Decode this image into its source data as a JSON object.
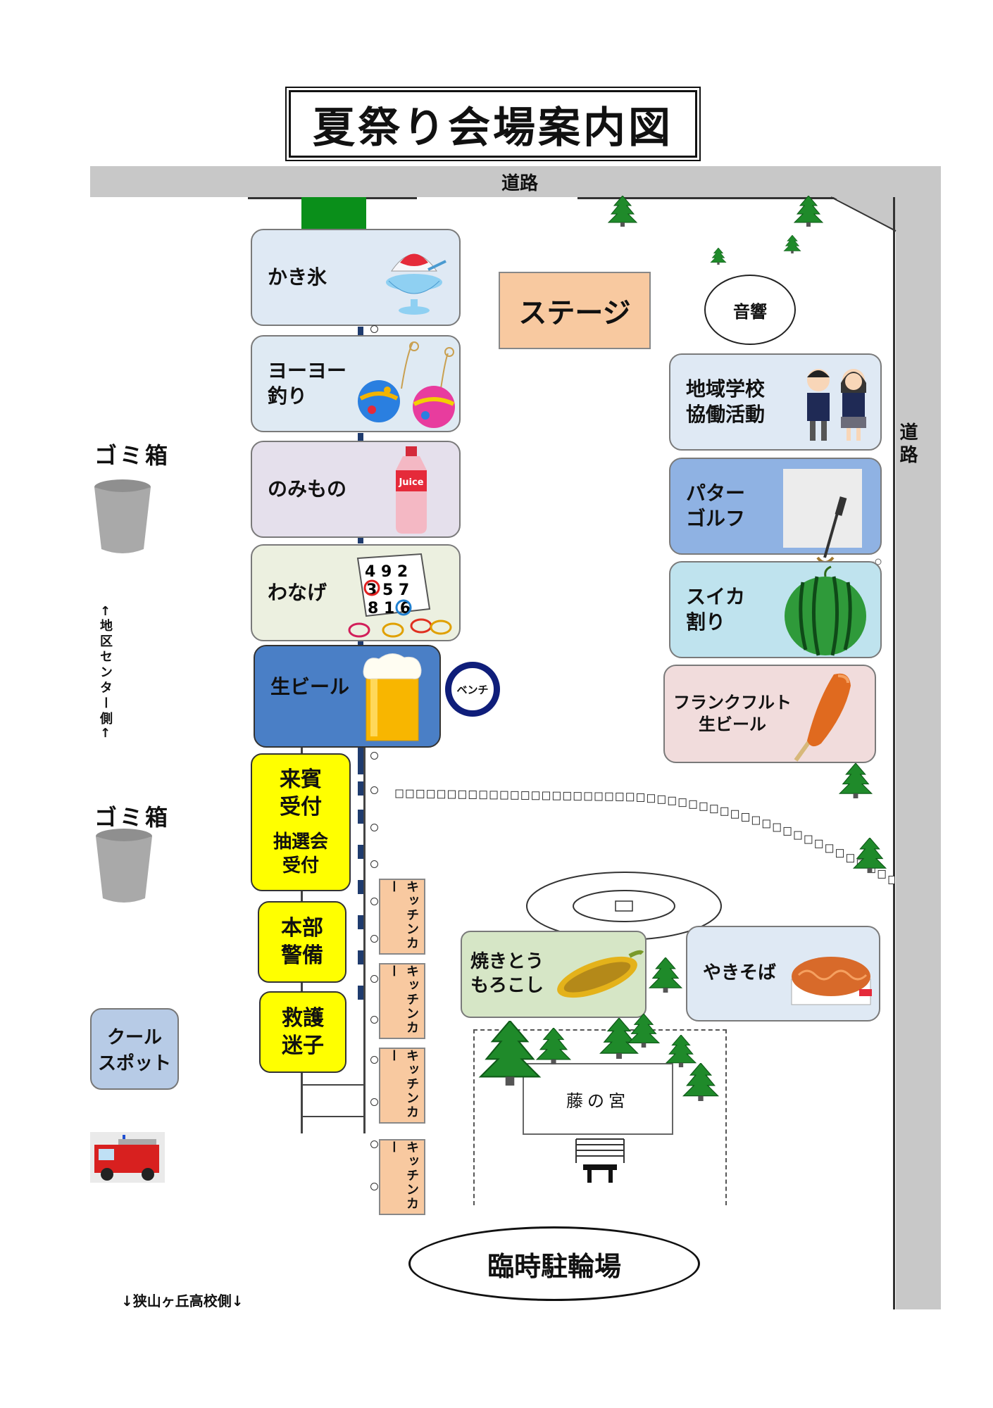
{
  "title": "夏祭り会場案内図",
  "road_top": "道路",
  "road_right": "道路",
  "booths_left": [
    {
      "label": "かき氷",
      "icon": "shaved-ice-icon",
      "color": "#dfe9f4"
    },
    {
      "label": "ヨーヨー\n釣り",
      "icon": "water-balloon-icon",
      "color": "#dfeaf3"
    },
    {
      "label": "のみもの",
      "icon": "juice-bottle-icon",
      "color": "#e5e0ec"
    },
    {
      "label": "わなげ",
      "icon": "ring-toss-icon",
      "color": "#ecf0e0"
    },
    {
      "label": "生ビール",
      "icon": "beer-mug-icon",
      "color": "#4a7fc6"
    }
  ],
  "bench": "ベンチ",
  "stage": "ステージ",
  "sound": "音響",
  "booths_right": [
    {
      "label": "地域学校\n協働活動",
      "icon": "students-icon",
      "color": "#dfe9f4"
    },
    {
      "label": "パター\nゴルフ",
      "icon": "putter-golf-icon",
      "color": "#8fb2e3"
    },
    {
      "label": "スイカ\n割り",
      "icon": "watermelon-icon",
      "color": "#bfe3ee"
    },
    {
      "label": "フランクフルト\n生ビール",
      "icon": "corn-dog-icon",
      "color": "#f1dcdc"
    }
  ],
  "reception": {
    "line1": "来賓\n受付",
    "line2": "抽選会\n受付"
  },
  "honbu": "本部\n警備",
  "kyugo": "救護\n迷子",
  "kitchen_car": "キッチンカー",
  "trash": "ゴミ箱",
  "center_side": "←地区センター側←",
  "cool_spot": "クール\nスポット",
  "fire_truck_icon": "fire-truck-icon",
  "yakitoumorokoshi": "焼きとう\nもろこし",
  "yakisoba": "やきそば",
  "shrine": "藤の宮",
  "parking": "臨時駐輪場",
  "school_side": "↓狭山ヶ丘高校側↓"
}
